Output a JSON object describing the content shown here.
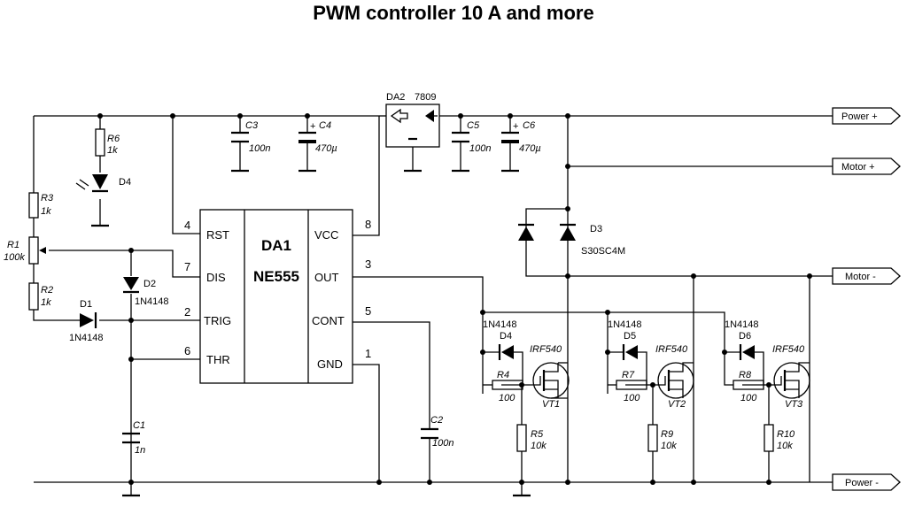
{
  "title": "PWM controller 10 A and more",
  "ic": {
    "ref": "DA1",
    "type": "NE555",
    "pins": [
      {
        "num": "4",
        "name": "RST"
      },
      {
        "num": "7",
        "name": "DIS"
      },
      {
        "num": "2",
        "name": "TRIG"
      },
      {
        "num": "6",
        "name": "THR"
      },
      {
        "num": "8",
        "name": "VCC"
      },
      {
        "num": "3",
        "name": "OUT"
      },
      {
        "num": "5",
        "name": "CONT"
      },
      {
        "num": "1",
        "name": "GND"
      }
    ]
  },
  "regulator": {
    "ref": "DA2",
    "type": "7809"
  },
  "resistors": [
    {
      "ref": "R6",
      "value": "1k"
    },
    {
      "ref": "R3",
      "value": "1k"
    },
    {
      "ref": "R1",
      "value": "100k"
    },
    {
      "ref": "R2",
      "value": "1k"
    },
    {
      "ref": "R4",
      "value": "100"
    },
    {
      "ref": "R5",
      "value": "10k"
    },
    {
      "ref": "R7",
      "value": "100"
    },
    {
      "ref": "R9",
      "value": "10k"
    },
    {
      "ref": "R8",
      "value": "100"
    },
    {
      "ref": "R10",
      "value": "10k"
    }
  ],
  "capacitors": [
    {
      "ref": "C3",
      "value": "100n"
    },
    {
      "ref": "C4",
      "value": "470µ"
    },
    {
      "ref": "C5",
      "value": "100n"
    },
    {
      "ref": "C6",
      "value": "470µ"
    },
    {
      "ref": "C1",
      "value": "1n"
    },
    {
      "ref": "C2",
      "value": "100n"
    }
  ],
  "diodes": [
    {
      "ref": "D1",
      "type": "1N4148"
    },
    {
      "ref": "D2",
      "type": "1N4148"
    },
    {
      "ref": "D3",
      "type": "S30SC4M"
    },
    {
      "ref": "D4",
      "type": ""
    },
    {
      "ref": "D4",
      "type": "1N4148"
    },
    {
      "ref": "D5",
      "type": "1N4148"
    },
    {
      "ref": "D6",
      "type": "1N4148"
    }
  ],
  "transistors": [
    {
      "ref": "VT1",
      "type": "IRF540"
    },
    {
      "ref": "VT2",
      "type": "IRF540"
    },
    {
      "ref": "VT3",
      "type": "IRF540"
    }
  ],
  "connectors": [
    "Power +",
    "Motor +",
    "Motor -",
    "Power -"
  ]
}
